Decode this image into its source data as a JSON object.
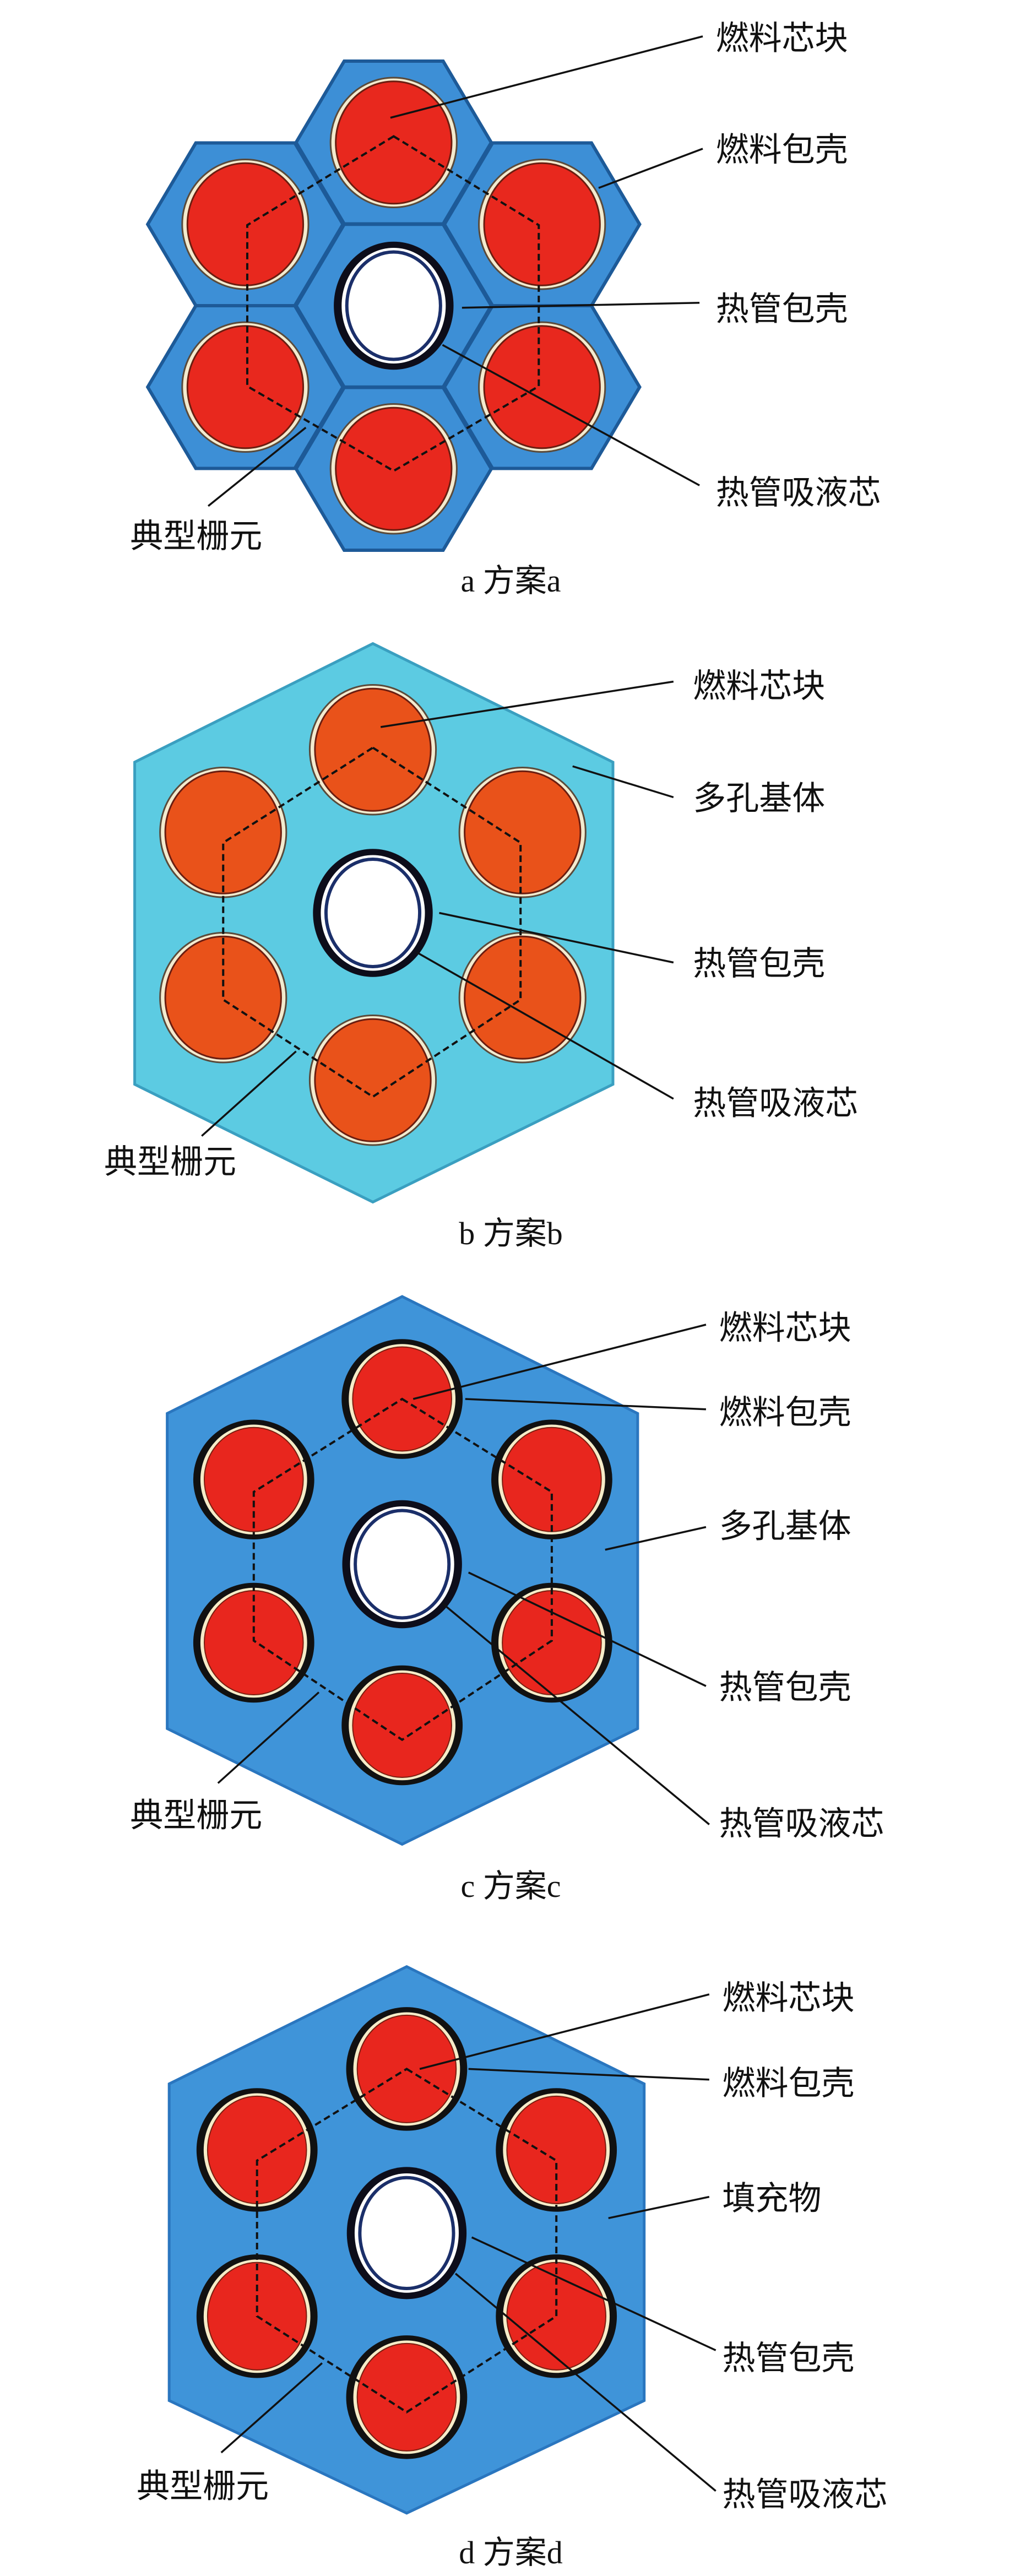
{
  "panels": [
    {
      "id": "a",
      "caption": "a  方案a",
      "labels": [
        "燃料芯块",
        "燃料包壳",
        "热管包壳",
        "热管吸液芯",
        "典型栅元"
      ],
      "colors": {
        "matrix": "#3d8fd6",
        "edge": "#1d5a98",
        "fuel": "#e8281e"
      }
    },
    {
      "id": "b",
      "caption": "b  方案b",
      "labels": [
        "燃料芯块",
        "多孔基体",
        "热管包壳",
        "热管吸液芯",
        "典型栅元"
      ],
      "colors": {
        "matrix": "#5ccbe2",
        "edge": "#3a9fc0",
        "fuel": "#e9521a"
      }
    },
    {
      "id": "c",
      "caption": "c  方案c",
      "labels": [
        "燃料芯块",
        "燃料包壳",
        "多孔基体",
        "热管包壳",
        "热管吸液芯",
        "典型栅元"
      ],
      "colors": {
        "matrix": "#3f94d9",
        "edge": "#2a76bf",
        "fuel": "#e8261e"
      }
    },
    {
      "id": "d",
      "caption": "d  方案d",
      "labels": [
        "燃料芯块",
        "燃料包壳",
        "填充物",
        "热管包壳",
        "热管吸液芯",
        "典型栅元"
      ],
      "colors": {
        "matrix": "#3f94d9",
        "edge": "#2a76bf",
        "fuel": "#e8261e"
      }
    }
  ]
}
